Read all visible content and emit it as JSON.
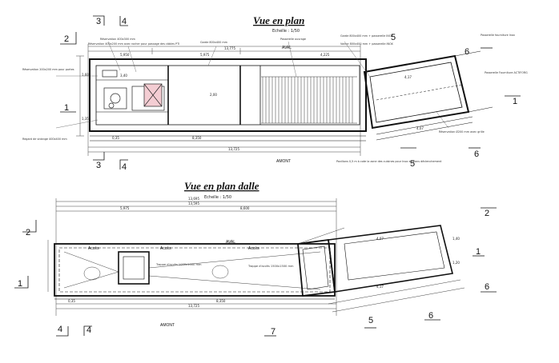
{
  "plan_top": {
    "title": "Vue en plan",
    "scale": "Echelle : 1/50",
    "label_amont": "AMONT",
    "label_aval": "AVAL",
    "dims": {
      "overall": "13,775",
      "left_seg": "5,950",
      "mid_seg": "5,975",
      "right_seg": "4,225",
      "bottom_total": "13,725",
      "bottom_left": "0,35",
      "bottom_mid": "8,350",
      "right_top": "4,17",
      "right_bottom": "4,07",
      "r1": "3,40",
      "r2": "2,00",
      "l1": "1,60",
      "l2": "1,35"
    },
    "notes": [
      "Réservation 400x300 mm",
      "Réservation 400x200 mm avec rocher pour passage des câbles PTI",
      "Garde 800x400 mm",
      "Passerelle ouvrage",
      "Regard de vidange 400x400 mm",
      "Réservation 200x200 mm pour portes",
      "Garde 800x400 mm + passerelle INOX",
      "Passerelle fourniture Inox",
      "Passerelle Fourniture ACTIFORG",
      "Vanne 800x400 mm + passerelle INOX",
      "Réservation Ø200 mm avec grille"
    ],
    "section_marks": {
      "s3": "3",
      "s4": "4",
      "s5": "5",
      "s6": "6",
      "s1": "1",
      "s2": "2"
    },
    "footnote": "Pavillons 0,5 m à cote la zone des cuisines pour Inox et plans déclenchement"
  },
  "plan_bottom": {
    "title": "Vue en plan dalle",
    "scale": "Echelle : 1/50",
    "label_amont": "AMONT",
    "label_aval": "AVAL",
    "label_acces": "Accès",
    "trappe1": "Trappe d'accès 1000x1000 mm",
    "trappe2": "Trappe d'accès 1500x1500 mm",
    "dims": {
      "overall": "13,695",
      "seg1": "13,595",
      "seg2": "5,975",
      "seg3": "8,600",
      "bottom_total": "13,725",
      "bottom_mid": "8,350",
      "bottom_small": "0,35",
      "right1": "4,07",
      "right2": "4,17",
      "r3": "1,40",
      "r4": "1,20"
    },
    "section_marks": {
      "s1": "1",
      "s2": "2",
      "s4": "4",
      "s5": "5",
      "s6": "6",
      "s7": "7"
    }
  }
}
